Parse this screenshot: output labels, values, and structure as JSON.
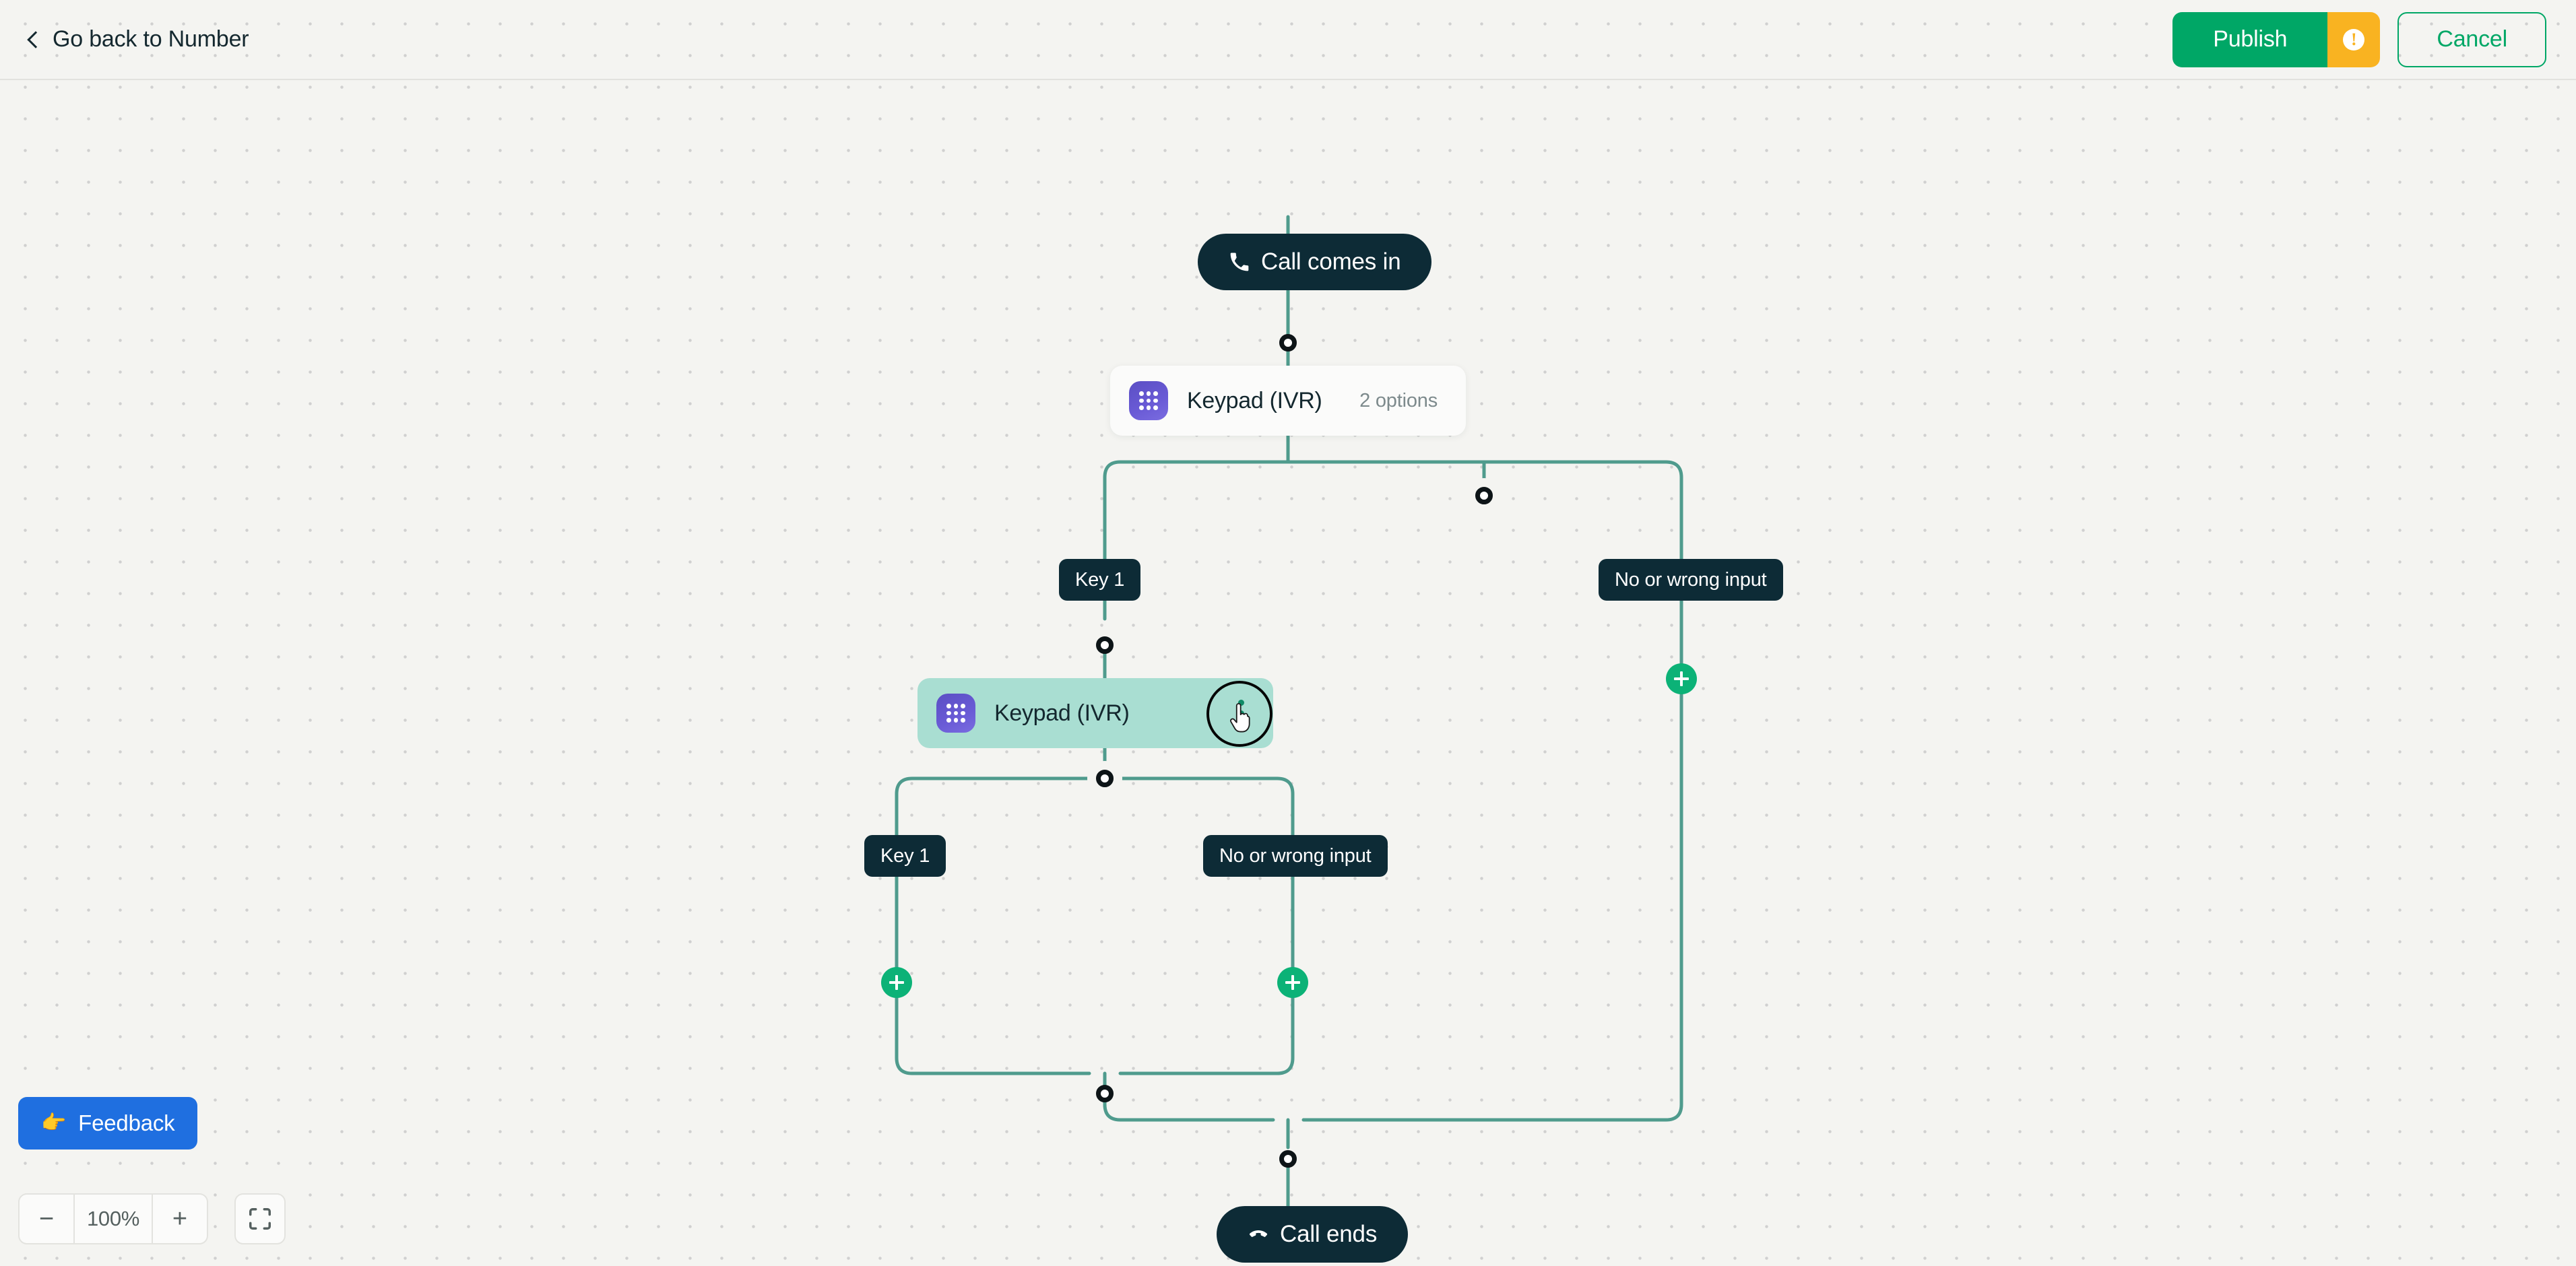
{
  "header": {
    "back_label": "Go back to Number",
    "back_icon": "chevron-left-icon",
    "publish_label": "Publish",
    "publish_warning_icon": "exclamation-icon",
    "publish_warning_glyph": "!",
    "cancel_label": "Cancel",
    "accent_green": "#00a766",
    "accent_amber": "#f9b321"
  },
  "flow": {
    "start_node": {
      "label": "Call comes in",
      "icon": "phone-incoming-icon"
    },
    "end_node": {
      "label": "Call ends",
      "icon": "phone-hangup-icon"
    },
    "step_1": {
      "title": "Keypad (IVR)",
      "meta": "2 options",
      "icon": "keypad-grid-icon"
    },
    "step_2": {
      "title": "Keypad (IVR)",
      "icon": "keypad-grid-icon",
      "menu_icon": "more-vertical-icon",
      "selected": true,
      "highlight_color": "#a9ded2"
    },
    "branches_level_1": [
      {
        "label": "Key 1"
      },
      {
        "label": "No or wrong input"
      }
    ],
    "branches_level_2": [
      {
        "label": "Key 1"
      },
      {
        "label": "No or wrong input"
      }
    ],
    "add_buttons": [
      {
        "name": "add-step-no-wrong-input-level-1",
        "icon": "plus-icon"
      },
      {
        "name": "add-step-key-1-level-2",
        "icon": "plus-icon"
      },
      {
        "name": "add-step-no-wrong-input-level-2",
        "icon": "plus-icon"
      }
    ],
    "edge_color": "#4f9b8d",
    "node_color": "#0d2b36"
  },
  "footer": {
    "feedback_label": "Feedback",
    "feedback_emoji": "👉",
    "zoom_level": "100%",
    "zoom_out_glyph": "−",
    "zoom_in_glyph": "+",
    "fit_icon": "fit-to-screen-icon"
  }
}
